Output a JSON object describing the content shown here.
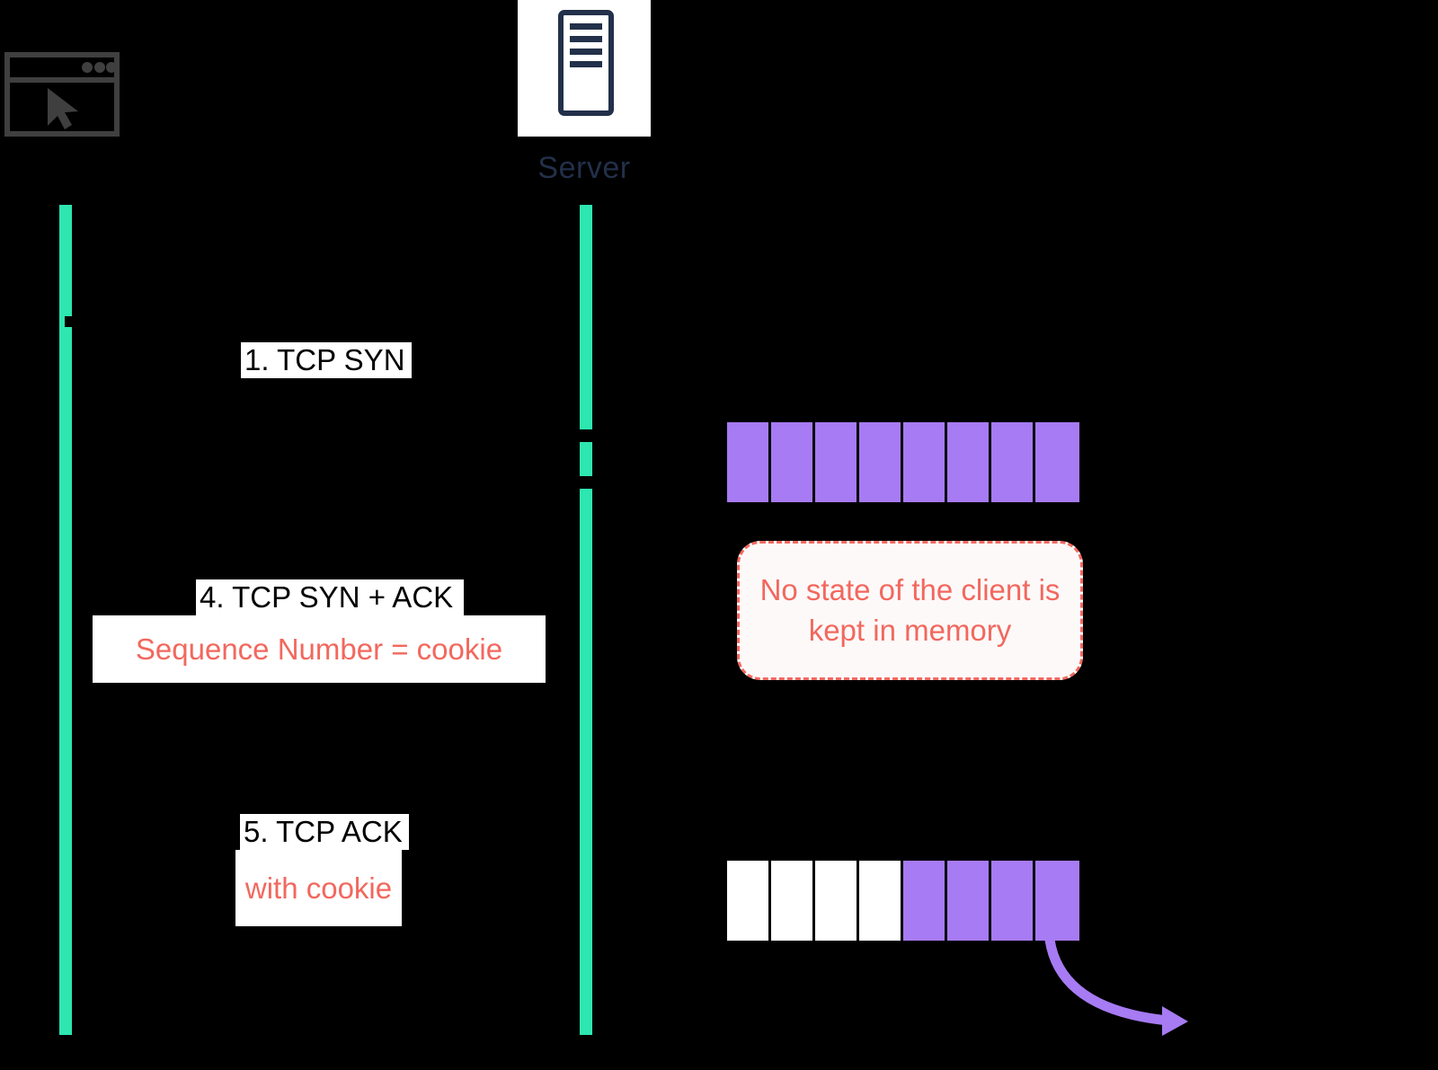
{
  "diagram": {
    "title": "TCP SYN Cookies handshake",
    "background_color": "#000000",
    "lifeline_color": "#2EE6AF",
    "accent_purple": "#A77BF3",
    "accent_red": "#F2685E",
    "actor_label_color": "#22304A"
  },
  "actors": {
    "client": {
      "icon": "browser-window-cursor-icon",
      "label": ""
    },
    "server": {
      "icon": "server-tower-icon",
      "label": "Server"
    }
  },
  "messages": [
    {
      "id": "msg1",
      "label": "1. TCP SYN",
      "sub_label": "",
      "direction": "client-to-server",
      "label_color": "#000000"
    },
    {
      "id": "msg4",
      "label": "4. TCP SYN + ACK",
      "sub_label": "Sequence Number = cookie",
      "direction": "server-to-client",
      "label_color": "#000000",
      "sub_label_color": "#F2685E"
    },
    {
      "id": "msg5",
      "label": "5. TCP ACK",
      "sub_label": "with cookie",
      "direction": "client-to-server",
      "label_color": "#000000",
      "sub_label_color": "#F2685E"
    }
  ],
  "callout": {
    "text": "No state of the client is kept in memory",
    "border_style": "dashed",
    "border_color": "#F2685E",
    "text_color": "#F2685E",
    "fill_color": "#FDF9F9"
  },
  "memory_rows": [
    {
      "id": "cells-top",
      "name": "backlog-queue-full",
      "total_cells": 8,
      "states": [
        "filled",
        "filled",
        "filled",
        "filled",
        "filled",
        "filled",
        "filled",
        "filled"
      ]
    },
    {
      "id": "cells-bottom",
      "name": "backlog-queue-partial",
      "total_cells": 8,
      "states": [
        "empty",
        "empty",
        "empty",
        "empty",
        "filled",
        "filled",
        "filled",
        "filled"
      ]
    }
  ],
  "annotations": {
    "purple_arrow": {
      "name": "overflow-arrow",
      "color": "#A77BF3",
      "direction": "down-right"
    }
  }
}
